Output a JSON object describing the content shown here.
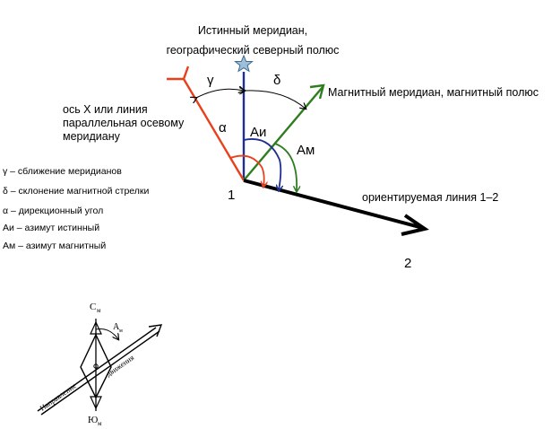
{
  "labels": {
    "true_meridian_line1": "Истинный меридиан,",
    "true_meridian_line2": "географический северный полюс",
    "magnetic_meridian": "Магнитный меридиан, магнитный полюс",
    "axis_x_line1": "ось X или линия",
    "axis_x_line2": "параллельная осевому",
    "axis_x_line3": "меридиану",
    "oriented_line": "ориентируемая линия 1–2",
    "point_1": "1",
    "point_2": "2",
    "gamma": "γ",
    "delta": "δ",
    "alpha": "α",
    "ai": "Аи",
    "am": "Ам"
  },
  "legend": [
    {
      "text": "γ – сближение меридианов"
    },
    {
      "text": "δ – склонение магнитной стрелки"
    },
    {
      "text": "α – дирекционный угол"
    },
    {
      "text": "Аи – азимут истинный"
    },
    {
      "text": "Ам – азимут магнитный"
    }
  ],
  "compass": {
    "north_label": "С",
    "north_sub": "м",
    "south_label": "Ю",
    "south_sub": "м",
    "azimuth_label": "А",
    "azimuth_sub": "м",
    "direction_word1": "Направление",
    "direction_word2": "движения"
  },
  "colors": {
    "true_meridian": "#1f2f8f",
    "magnetic_meridian": "#2e7d1e",
    "axis_x": "#e8401c",
    "oriented_line": "#000000",
    "star": "#9fbfd8"
  }
}
